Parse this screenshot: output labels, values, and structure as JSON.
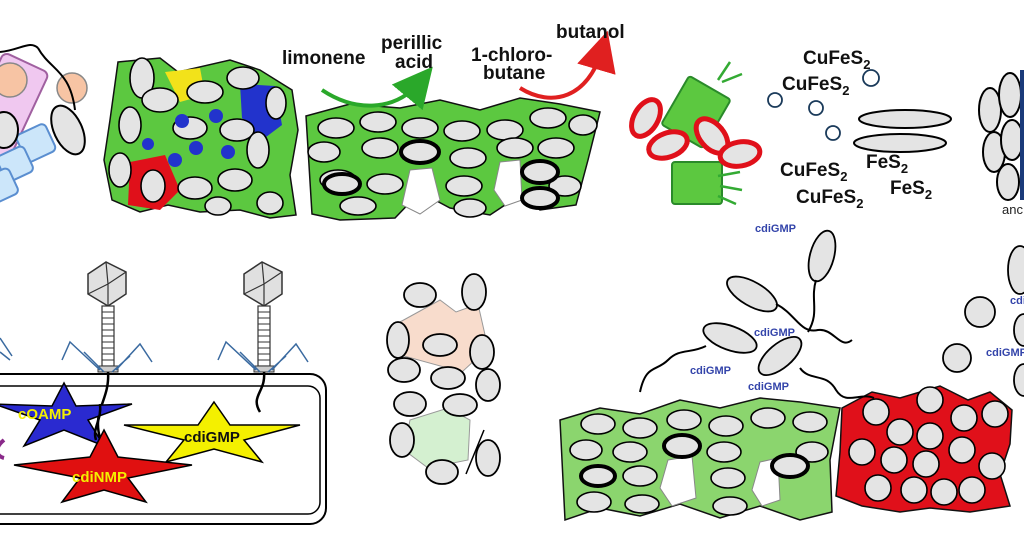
{
  "colors": {
    "cell_fill": "#e4e4e4",
    "biofilm_green": "#5cc840",
    "biofilm_light_green": "#8bd56e",
    "red_matrix": "#e0101a",
    "blue_pocket": "#2233cc",
    "yellow_pocket": "#f2e21a",
    "arrow_green": "#2aa82a",
    "arrow_red": "#e02020",
    "star_blue": "#2a2ad0",
    "star_yellow": "#f4f000",
    "star_red": "#e01010",
    "signal_text": "#3344aa",
    "pink_patch": "#f8dccc",
    "mint_patch": "#d4f0d0",
    "pilus_green": "#33aa33"
  },
  "panel_pollutant": {
    "substrate_left": "limonene",
    "product_left_line1": "perillic",
    "product_left_line2": "acid",
    "substrate_right_line1": "1-chloro-",
    "substrate_right_line2": "butane",
    "product_right": "butanol"
  },
  "panel_mineral": {
    "formulas": [
      {
        "base": "CuFeS",
        "sub": "2"
      },
      {
        "base": "CuFeS",
        "sub": "2"
      },
      {
        "base": "CuFeS",
        "sub": "2"
      },
      {
        "base": "FeS",
        "sub": "2"
      },
      {
        "base": "CuFeS",
        "sub": "2"
      },
      {
        "base": "FeS",
        "sub": "2"
      }
    ]
  },
  "panel_right_cut": {
    "label_partial": "anc"
  },
  "panel_phage": {
    "stars": [
      {
        "label": "cOAMP",
        "text_color": "#f4f000"
      },
      {
        "label": "cdiGMP",
        "text_color": "#111111"
      },
      {
        "label": "cdiNMP",
        "text_color": "#f4f000"
      }
    ]
  },
  "panel_dispersal": {
    "signal_label": "cdiGMP",
    "signal_count": 6
  }
}
